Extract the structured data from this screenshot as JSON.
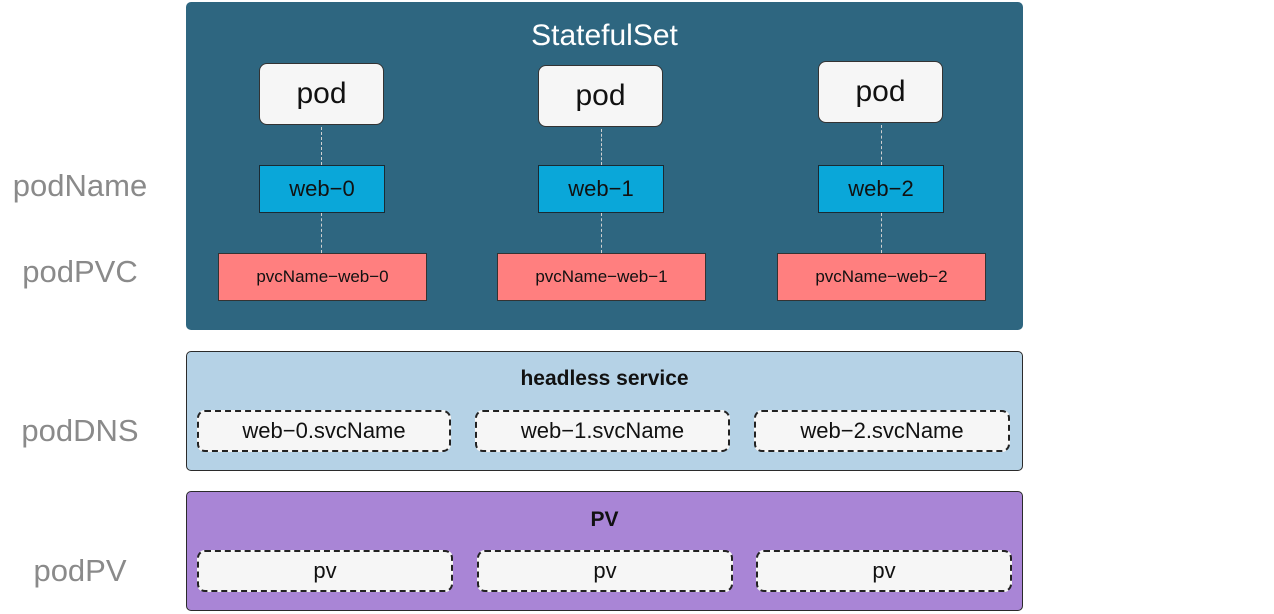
{
  "side_labels": {
    "podName": "podName",
    "podPVC": "podPVC",
    "podDNS": "podDNS",
    "podPV": "podPV"
  },
  "statefulset": {
    "title": "StatefulSet",
    "pods": [
      {
        "pod": "pod",
        "name": "web−0",
        "pvc": "pvcName−web−0"
      },
      {
        "pod": "pod",
        "name": "web−1",
        "pvc": "pvcName−web−1"
      },
      {
        "pod": "pod",
        "name": "web−2",
        "pvc": "pvcName−web−2"
      }
    ]
  },
  "headless_service": {
    "title": "headless service",
    "entries": [
      "web−0.svcName",
      "web−1.svcName",
      "web−2.svcName"
    ]
  },
  "pv_panel": {
    "title": "PV",
    "entries": [
      "pv",
      "pv",
      "pv"
    ]
  },
  "colors": {
    "statefulset_bg": "#2e6680",
    "pod_name_bg": "#0aa7d9",
    "pvc_bg": "#ff7f7f",
    "headless_service_bg": "#b5d2e6",
    "pv_bg": "#a985d6"
  }
}
